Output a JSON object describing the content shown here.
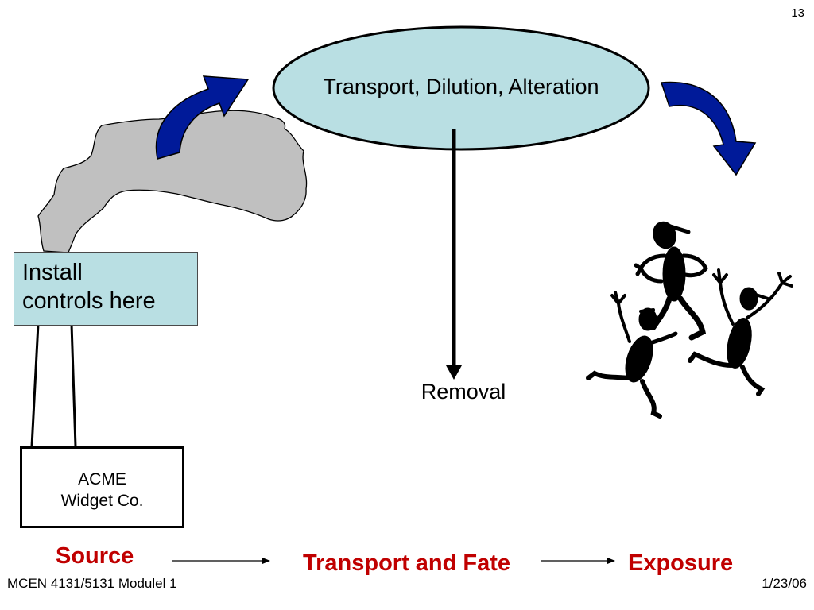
{
  "slide": {
    "number": "13"
  },
  "process": {
    "label": "Transport, Dilution, Alteration"
  },
  "control_box": {
    "line1": "Install",
    "line2": "controls here"
  },
  "factory": {
    "line1": "ACME",
    "line2": "Widget Co."
  },
  "removal": {
    "label": "Removal"
  },
  "flow": {
    "source": "Source",
    "transport": "Transport and Fate",
    "exposure": "Exposure"
  },
  "footer": {
    "course": "MCEN 4131/5131 Modulel 1",
    "date": "1/23/06"
  },
  "colors": {
    "smoke": "#c0c0c0",
    "ellipse_fill": "#b9dfe3",
    "box_fill": "#b9dfe3",
    "curved_arrow": "#001a99",
    "flow_text": "#c00000"
  },
  "icons": [
    "smoke-plume",
    "curved-arrow-up-right",
    "curved-arrow-down-right",
    "down-arrow",
    "dancing-people-clipart",
    "right-arrow"
  ]
}
